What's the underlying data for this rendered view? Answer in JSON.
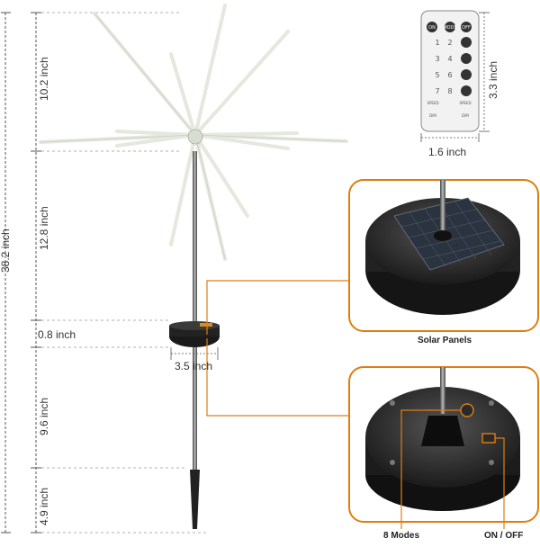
{
  "dimensions": {
    "total_height": "38.2 inch",
    "top_section": "10.2 inch",
    "middle_section": "12.8 inch",
    "housing_height": "0.8 inch",
    "lower_section": "9.6 inch",
    "spike_length": "4.9 inch",
    "housing_diameter": "3.5 inch",
    "remote_height": "3.3 inch",
    "remote_width": "1.6 inch"
  },
  "remote": {
    "top_buttons": [
      "ON",
      "MODE",
      "OFF"
    ],
    "numbers": [
      "1",
      "2",
      "3",
      "4",
      "5",
      "6",
      "7",
      "8"
    ],
    "bottom_labels": [
      "SPEED",
      "SPEED",
      "DIM",
      "DIM"
    ],
    "colors": {
      "body": "#f2f2f2",
      "button": "#333333"
    }
  },
  "callouts": {
    "solar_caption": "Solar Panels",
    "modes_caption": "8 Modes",
    "onoff_caption": "ON / OFF",
    "frame_color": "#e07d10"
  },
  "icons": [
    "firework-light-icon",
    "remote-control-icon",
    "solar-panel-icon",
    "mode-button-icon",
    "power-switch-icon"
  ]
}
